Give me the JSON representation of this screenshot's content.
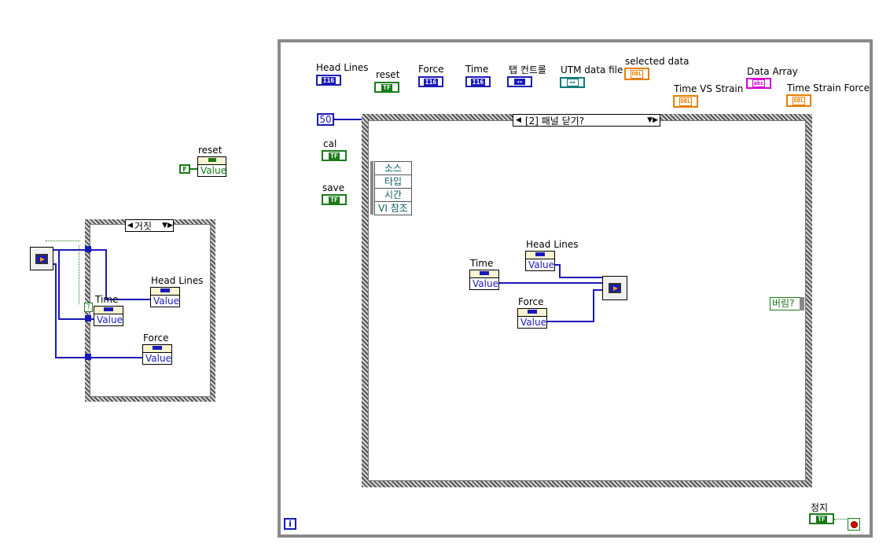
{
  "left_diagram": {
    "reset_label": "reset",
    "reset_const": "F",
    "reset_value": "Value",
    "case_selector": "거짓",
    "head_lines_label": "Head Lines",
    "head_lines_value": "Value",
    "time_label": "Time",
    "time_value": "Value",
    "force_label": "Force",
    "force_value": "Value",
    "question_tunnel": "?"
  },
  "main": {
    "terminals": {
      "head_lines": {
        "label": "Head Lines",
        "type": "I16"
      },
      "reset": {
        "label": "reset",
        "type": "TF"
      },
      "force": {
        "label": "Force",
        "type": "I16"
      },
      "time": {
        "label": "Time",
        "type": "I16"
      },
      "tab_control": {
        "label": "탭 컨트롤",
        "type": "◂▸"
      },
      "utm_data_file": {
        "label": "UTM data file",
        "type": "⊶"
      },
      "selected_data": {
        "label": "selected data",
        "type": "DBL"
      },
      "data_array": {
        "label": "Data Array",
        "type": "abc"
      },
      "time_vs_strain": {
        "label": "Time VS Strain",
        "type": "DBL"
      },
      "time_strain_force": {
        "label": "Time Strain Force",
        "type": "DBL"
      },
      "cal": {
        "label": "cal",
        "type": "TF"
      },
      "save": {
        "label": "save",
        "type": "TF"
      },
      "stop": {
        "label": "정지",
        "type": "TF"
      }
    },
    "loop_count": "50",
    "event_selector": "[2] 패널 닫기?",
    "event_data": [
      "소스",
      "타입",
      "시간",
      "VI 참조"
    ],
    "discard_label": "버림?",
    "inner": {
      "time_label": "Time",
      "time_value": "Value",
      "head_lines_label": "Head Lines",
      "head_lines_value": "Value",
      "force_label": "Force",
      "force_value": "Value"
    },
    "iteration_terminal": "i"
  },
  "colors": {
    "int_wire": "#1a1ab8",
    "bool_wire": "#1a7a1a",
    "dbl": "#e67e00",
    "string": "#d400d4",
    "path": "#0e7a7a"
  }
}
